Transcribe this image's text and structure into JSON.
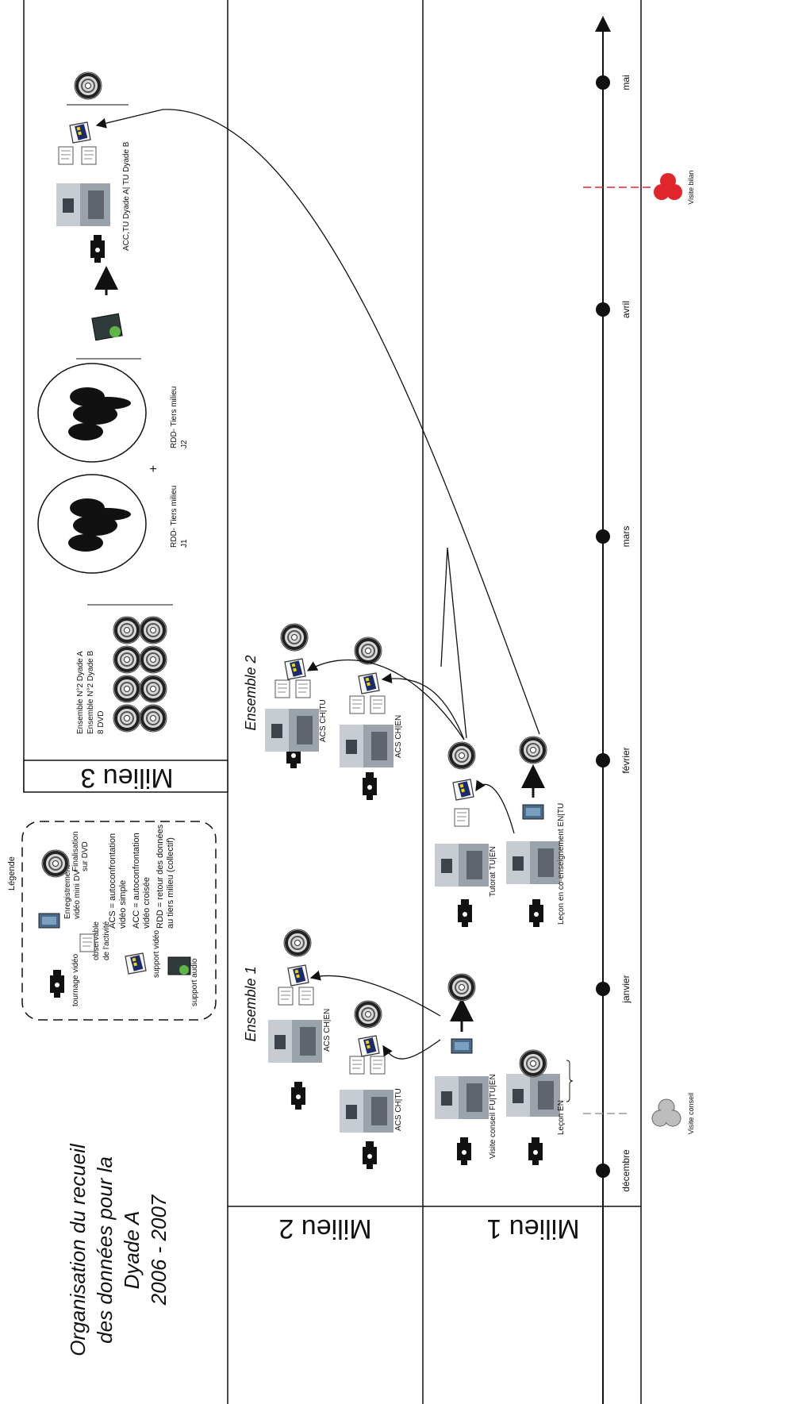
{
  "title": {
    "lines": [
      "Organisation du recueil",
      "des données pour la",
      "Dyade A",
      "2006 - 2007"
    ]
  },
  "zones": {
    "milieu1": "Milieu 1",
    "milieu2": "Milieu 2",
    "milieu3": "Milieu 3"
  },
  "timeline": {
    "months": [
      "décembre",
      "janvier",
      "février",
      "mars",
      "avril",
      "mai"
    ],
    "visits": [
      {
        "label": "Visite conseil",
        "color": "#9a9a9a"
      },
      {
        "label": "Visite bilan",
        "color": "#e0262a"
      }
    ]
  },
  "legend": {
    "title": "Légende",
    "items": {
      "tournage": "tournage vidéo",
      "enregistrement": [
        "Enregistrement",
        "vidéo mini DV"
      ],
      "finalisation": [
        "Finalisation",
        "sur DVD"
      ],
      "observable": [
        "observable",
        "de l'activité"
      ],
      "support_video": "support vidéo",
      "support_audio": "support audio"
    },
    "definitions": [
      "ACS = autoconfrontation",
      "vidéo simple",
      "ACC = autoconfrontation",
      "vidéo croisée",
      "RDD = retour des données",
      "au tiers milieu (collectif)"
    ]
  },
  "ensembles": {
    "e1": "Ensemble 1",
    "e2": "Ensemble 2"
  },
  "events": {
    "lecon_en": "Leçon EN",
    "visite_conseil": "Visite conseil FU|TU|EN",
    "acs_chtu_1": "ACS CH|TU",
    "acs_chen_1": "ACS CH|EN",
    "lecon_coens": "Leçon en co-enseignement EN|TU",
    "tutorat": "Tutorat TU|EN",
    "acs_chen_2": "ACS CH|EN",
    "acs_chtu_2": "ACS CH|TU",
    "ensemble_dvd": [
      "Ensemble N°2 Dyade A",
      "Ensemble N°2 Dyade B",
      "8 DVD"
    ],
    "rdd1": [
      "RDD- Tiers milieu",
      "J1"
    ],
    "rdd2": [
      "RDD- Tiers milieu",
      "J2"
    ],
    "plus": "+",
    "acc": "ACC,TU Dyade A| TU Dyade B"
  },
  "colors": {
    "line": "#111111",
    "visit_conseil": "#9a9a9a",
    "visit_bilan": "#e0262a",
    "accent_green": "#5fb548",
    "accent_yellow": "#f2d400"
  }
}
